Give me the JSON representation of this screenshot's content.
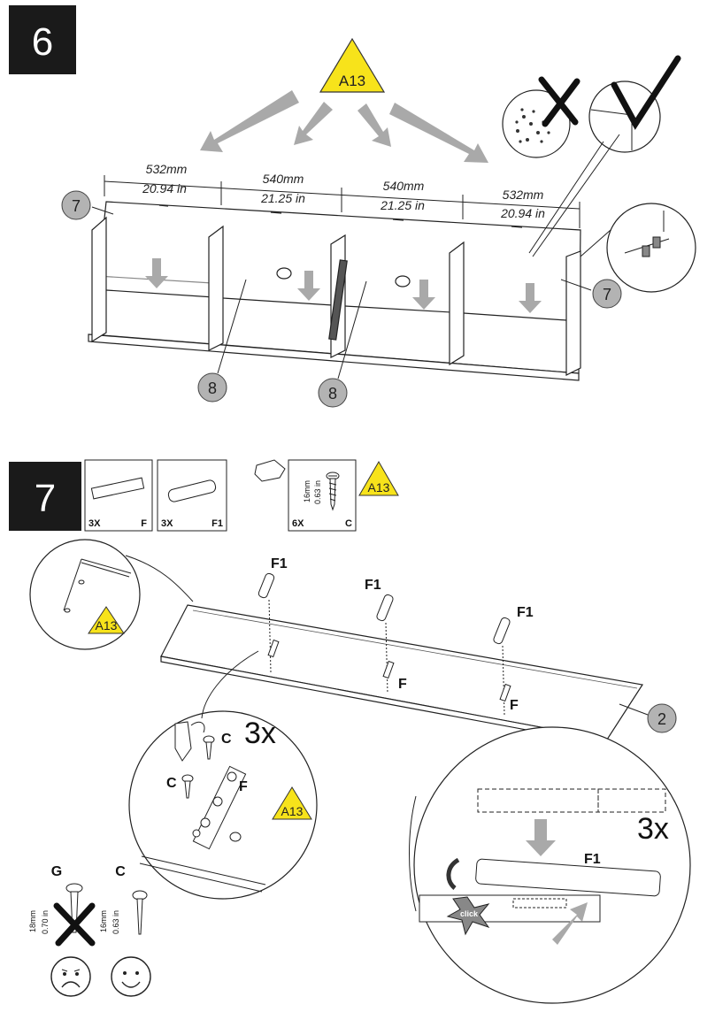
{
  "step6": {
    "number": "6",
    "warning": "A13",
    "dimensions": [
      {
        "mm": "532mm",
        "inch": "20.94 in"
      },
      {
        "mm": "540mm",
        "inch": "21.25 in"
      },
      {
        "mm": "540mm",
        "inch": "21.25 in"
      },
      {
        "mm": "532mm",
        "inch": "20.94 in"
      }
    ],
    "callouts": [
      "7",
      "7",
      "8",
      "8"
    ]
  },
  "step7": {
    "number": "7",
    "parts": [
      {
        "qty": "3X",
        "code": "F"
      },
      {
        "qty": "3X",
        "code": "F1"
      },
      {
        "qty": "6X",
        "code": "C",
        "size_mm": "16mm",
        "size_in": "0.63 in"
      }
    ],
    "warning": "A13",
    "labels": {
      "f1": "F1",
      "f": "F",
      "c": "C",
      "g": "G",
      "panel_callout": "2",
      "times": "3x",
      "click": "click"
    },
    "screw_sizes": {
      "g_mm": "18mm",
      "g_in": "0.70 in",
      "c_mm": "16mm",
      "c_in": "0.63 in"
    }
  },
  "colors": {
    "arrow_gray": "#a9a9a9",
    "warning_yellow": "#f7e31b",
    "callout_gray": "#b3b3b3",
    "step_box": "#1a1a1a"
  }
}
